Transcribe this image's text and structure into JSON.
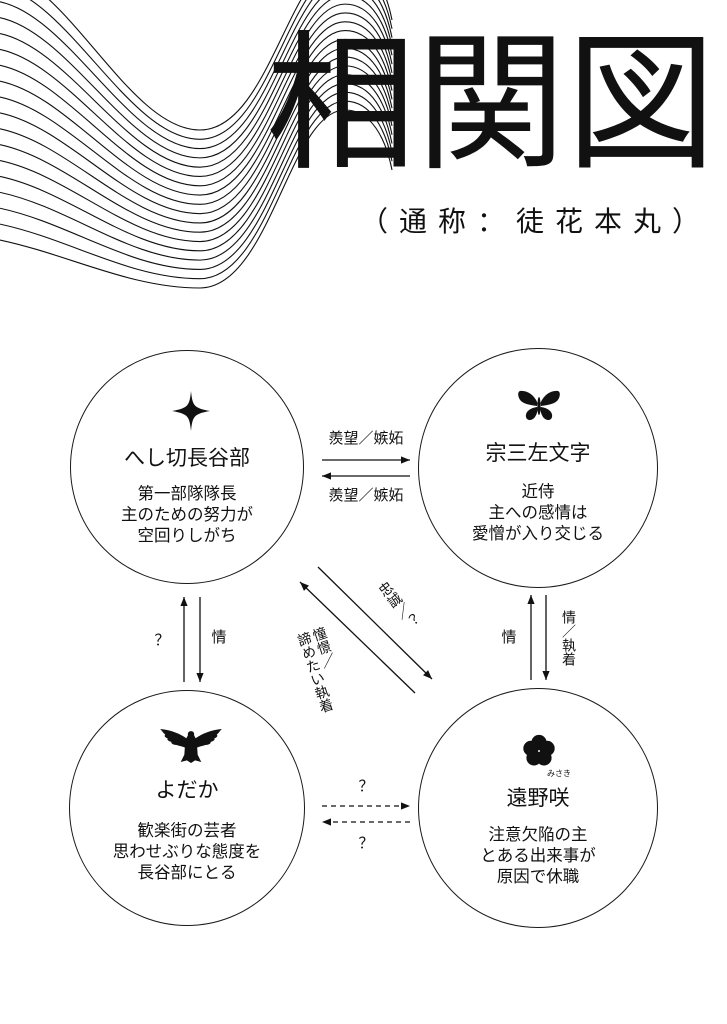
{
  "title": "相関図",
  "subtitle": "（通称：徒花本丸）",
  "colors": {
    "ink": "#111111",
    "background": "#ffffff"
  },
  "characters": {
    "hasebe": {
      "icon": "four-point-star-icon",
      "name": "へし切長谷部",
      "desc": [
        "第一部隊隊長",
        "主のための努力が",
        "空回りしがち"
      ]
    },
    "souza": {
      "icon": "butterfly-icon",
      "name": "宗三左文字",
      "desc": [
        "近侍",
        "主への感情は",
        "愛憎が入り交じる"
      ]
    },
    "yodaka": {
      "icon": "bird-icon",
      "name": "よだか",
      "desc": [
        "歓楽街の芸者",
        "思わせぶりな態度を",
        "長谷部にとる"
      ]
    },
    "saki": {
      "icon": "plum-blossom-icon",
      "name": "遠野咲",
      "name_ruby": "みさき",
      "desc": [
        "注意欠陥の主",
        "とある出来事が",
        "原因で休職"
      ]
    }
  },
  "relations": {
    "hasebe_to_souza": "羨望／嫉妬",
    "souza_to_hasebe": "羨望／嫉妬",
    "yodaka_to_hasebe": "？",
    "hasebe_to_yodaka": "情",
    "saki_to_souza": "情",
    "souza_to_saki": "情／執着",
    "hasebe_to_saki": "忠誠／？",
    "saki_to_hasebe": [
      "憧憬／",
      "諦めたい執着"
    ],
    "yodaka_to_saki": "？",
    "saki_to_yodaka": "？"
  }
}
